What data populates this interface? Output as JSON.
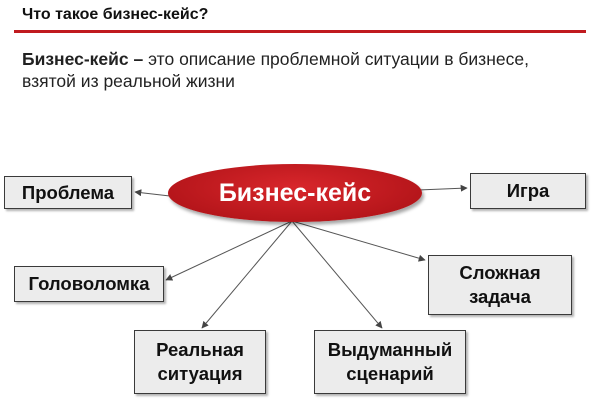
{
  "title": "Что такое бизнес-кейс?",
  "definition": {
    "term": "Бизнес-кейс –",
    "text": " это описание проблемной ситуации в бизнесе, взятой из реальной жизни"
  },
  "diagram": {
    "center": "Бизнес-кейс",
    "nodes": {
      "problem": "Проблема",
      "game": "Игра",
      "puzzle": "Головоломка",
      "complex_task": "Сложная\nзадача",
      "real_situation": "Реальная\nситуация",
      "fictional_scenario": "Выдуманный\nсценарий"
    }
  },
  "colors": {
    "accent": "#c01a1f",
    "box_fill": "#ececec",
    "box_border": "#3a3a3a"
  }
}
